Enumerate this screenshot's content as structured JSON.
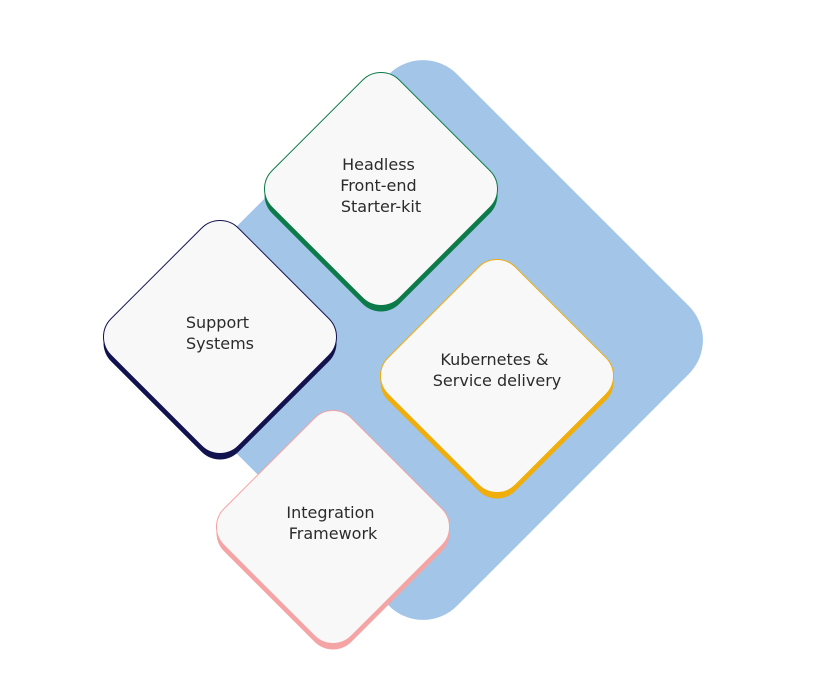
{
  "diagram": {
    "background_mark_icon": "ccc-logo-mark",
    "colors": {
      "backdrop": "#a2c5e8",
      "card_fill": "#f8f8f8",
      "mark": "#ffffff"
    },
    "boxes": [
      {
        "key": "headless",
        "lines": [
          "Headless",
          "Front-end",
          "Starter-kit"
        ],
        "color": "#0d7a4a"
      },
      {
        "key": "support",
        "lines": [
          "Support",
          "Systems"
        ],
        "color": "#12124f"
      },
      {
        "key": "kubernetes",
        "lines": [
          "Kubernetes &",
          "Service delivery"
        ],
        "color": "#f0ae0c"
      },
      {
        "key": "integration",
        "lines": [
          "Integration",
          "Framework"
        ],
        "color": "#f4a4a4"
      }
    ]
  }
}
